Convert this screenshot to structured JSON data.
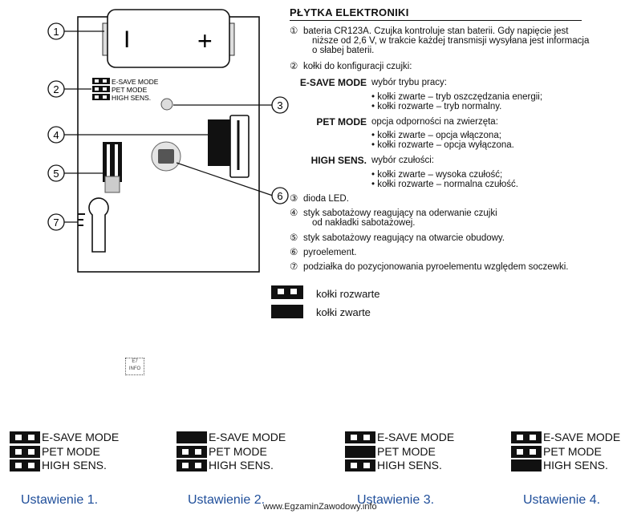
{
  "diagram": {
    "callouts": [
      "1",
      "2",
      "3",
      "4",
      "5",
      "6",
      "7"
    ],
    "battery": {
      "minus": "I",
      "plus": "+"
    },
    "board_jumper_labels": [
      "E-SAVE MODE",
      "PET MODE",
      "HIGH SENS."
    ]
  },
  "panel": {
    "title": "PŁYTKA ELEKTRONIKI",
    "item1_marker": "①",
    "item1_lines": [
      "bateria CR123A. Czujka kontroluje stan baterii. Gdy napięcie jest",
      "niższe od 2,6 V, w trakcie każdej transmisji wysyłana jest informacja",
      "o słabej baterii."
    ],
    "item2_marker": "②",
    "item2_text": "kołki do konfiguracji czujki:",
    "modes": [
      {
        "name": "E-SAVE MODE",
        "desc": "wybór trybu pracy:",
        "opt1": "• kołki zwarte – tryb oszczędzania energii;",
        "opt2": "• kołki rozwarte – tryb normalny."
      },
      {
        "name": "PET MODE",
        "desc": "opcja odporności na zwierzęta:",
        "opt1": "• kołki zwarte – opcja włączona;",
        "opt2": "• kołki rozwarte – opcja wyłączona."
      },
      {
        "name": "HIGH SENS.",
        "desc": "wybór czułości:",
        "opt1": "• kołki zwarte – wysoka czułość;",
        "opt2": "• kołki rozwarte – normalna czułość."
      }
    ],
    "items": [
      {
        "marker": "③",
        "lines": [
          "dioda LED."
        ]
      },
      {
        "marker": "④",
        "lines": [
          "styk sabotażowy reagujący na oderwanie czujki",
          "od nakładki sabotażowej."
        ]
      },
      {
        "marker": "⑤",
        "lines": [
          "styk sabotażowy reagujący na otwarcie obudowy."
        ]
      },
      {
        "marker": "⑥",
        "lines": [
          "pyroelement."
        ]
      },
      {
        "marker": "⑦",
        "lines": [
          "podziałka do pozycjonowania pyroelementu względem soczewki."
        ]
      }
    ]
  },
  "legend": {
    "open": "kołki rozwarte",
    "closed": "kołki zwarte"
  },
  "qr_text": "E7 INFO",
  "settings": [
    {
      "caption": "Ustawienie 1.",
      "labels": [
        "E-SAVE MODE",
        "PET MODE",
        "HIGH SENS."
      ],
      "states": [
        "open",
        "open",
        "open"
      ]
    },
    {
      "caption": "Ustawienie 2.",
      "labels": [
        "E-SAVE MODE",
        "PET MODE",
        "HIGH SENS."
      ],
      "states": [
        "closed",
        "open",
        "open"
      ]
    },
    {
      "caption": "Ustawienie 3.",
      "labels": [
        "E-SAVE MODE",
        "PET MODE",
        "HIGH SENS."
      ],
      "states": [
        "open",
        "closed",
        "open"
      ]
    },
    {
      "caption": "Ustawienie 4.",
      "labels": [
        "E-SAVE MODE",
        "PET MODE",
        "HIGH SENS."
      ],
      "states": [
        "open",
        "open",
        "closed"
      ]
    }
  ],
  "watermark": "www.EgzaminZawodowy.info"
}
